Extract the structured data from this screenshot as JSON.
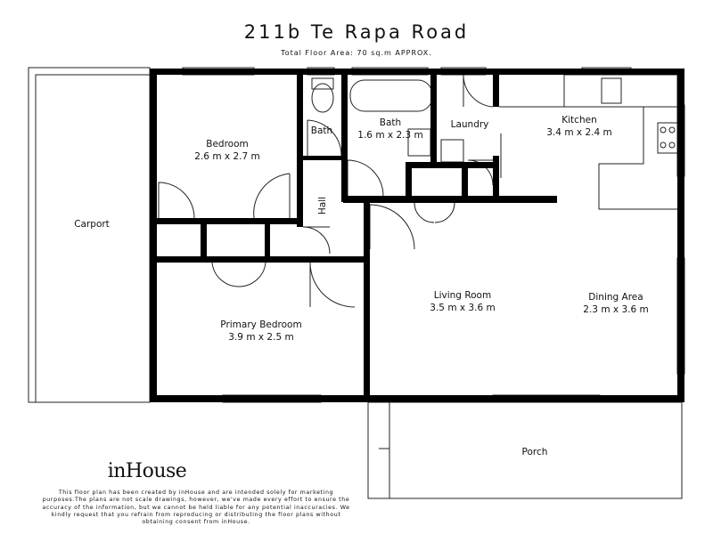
{
  "header": {
    "title": "211b Te Rapa Road",
    "subtitle": "Total Floor Area: 70 sq.m APPROX."
  },
  "rooms": [
    {
      "name": "Carport",
      "dims": ""
    },
    {
      "name": "Bedroom",
      "dims": "2.6 m x 2.7 m"
    },
    {
      "name": "Bath",
      "dims": ""
    },
    {
      "name": "Bath",
      "dims": "1.6 m x 2.3 m"
    },
    {
      "name": "Laundry",
      "dims": ""
    },
    {
      "name": "Kitchen",
      "dims": "3.4 m x 2.4 m"
    },
    {
      "name": "Hall",
      "dims": ""
    },
    {
      "name": "Living Room",
      "dims": "3.5 m x 3.6 m"
    },
    {
      "name": "Dining Area",
      "dims": "2.3 m x 3.6 m"
    },
    {
      "name": "Primary Bedroom",
      "dims": "3.9 m x 2.5 m"
    },
    {
      "name": "Porch",
      "dims": ""
    }
  ],
  "footer": {
    "logo": "inHouse",
    "disclaimer": "This floor plan has been created by inHouse and are intended solely for marketing purposes.The plans are not scale drawings, however, we've made every effort to ensure the accuracy of the information, but we cannot be held liable for any potential inaccuracies. We kindly request that you refrain from reproducing or distributing the floor plans without obtaining consent from inHouse."
  },
  "colors": {
    "wall": "#000000",
    "line": "#222222"
  }
}
